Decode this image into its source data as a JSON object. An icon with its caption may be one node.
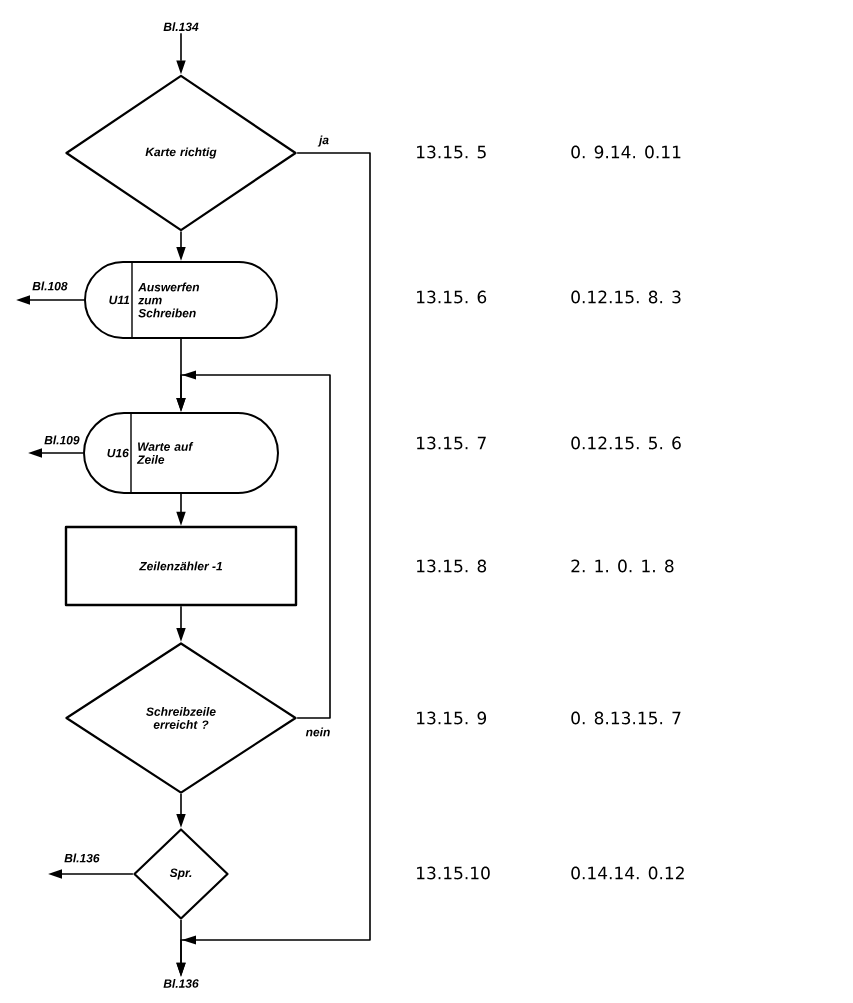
{
  "diagram": {
    "nodes": [
      {
        "text": [
          "Bl.134"
        ]
      },
      {
        "text": [
          "Karte richtig"
        ]
      },
      {
        "text": [
          "U11",
          "Auswerfen zum Schreiben"
        ]
      },
      {
        "text": [
          "Bl.108"
        ]
      },
      {
        "text": [
          "U16",
          "Warte auf Zeile"
        ]
      },
      {
        "text": [
          "Bl.109"
        ]
      },
      {
        "text": [
          "Zeilenzähler -1"
        ]
      },
      {
        "text": [
          "Schreibzeile erreicht ?"
        ]
      },
      {
        "text": [
          "Spr."
        ]
      },
      {
        "text": [
          "Bl.136"
        ]
      },
      {
        "text": [
          "Bl.136"
        ]
      }
    ],
    "edges": [
      {
        "from": 0,
        "to": 1,
        "arrow": "to"
      },
      {
        "from": 1,
        "to": 2,
        "arrow": "to"
      },
      {
        "from": 1,
        "to": 10,
        "arrow": "to",
        "label": "ja"
      },
      {
        "from": 2,
        "to": 3,
        "arrow": "to"
      },
      {
        "from": 2,
        "to": 4,
        "arrow": "to"
      },
      {
        "from": 4,
        "to": 5,
        "arrow": "to"
      },
      {
        "from": 4,
        "to": 6,
        "arrow": "to"
      },
      {
        "from": 6,
        "to": 7,
        "arrow": "to"
      },
      {
        "from": 7,
        "to": 4,
        "arrow": "to",
        "label": "nein"
      },
      {
        "from": 7,
        "to": 8,
        "arrow": "to"
      },
      {
        "from": 8,
        "to": 9,
        "arrow": "to"
      },
      {
        "from": 8,
        "to": 10,
        "arrow": "to"
      }
    ],
    "labels": [
      "13.15. 5",
      "0. 9.14. 0.11",
      "13.15. 6",
      "0.12.15. 8. 3",
      "13.15. 7",
      "0.12.15. 5. 6",
      "13.15. 8",
      "2. 1. 0. 1. 8",
      "13.15. 9",
      "0. 8.13.15. 7",
      "13.15.10",
      "0.14.14. 0.12"
    ]
  }
}
